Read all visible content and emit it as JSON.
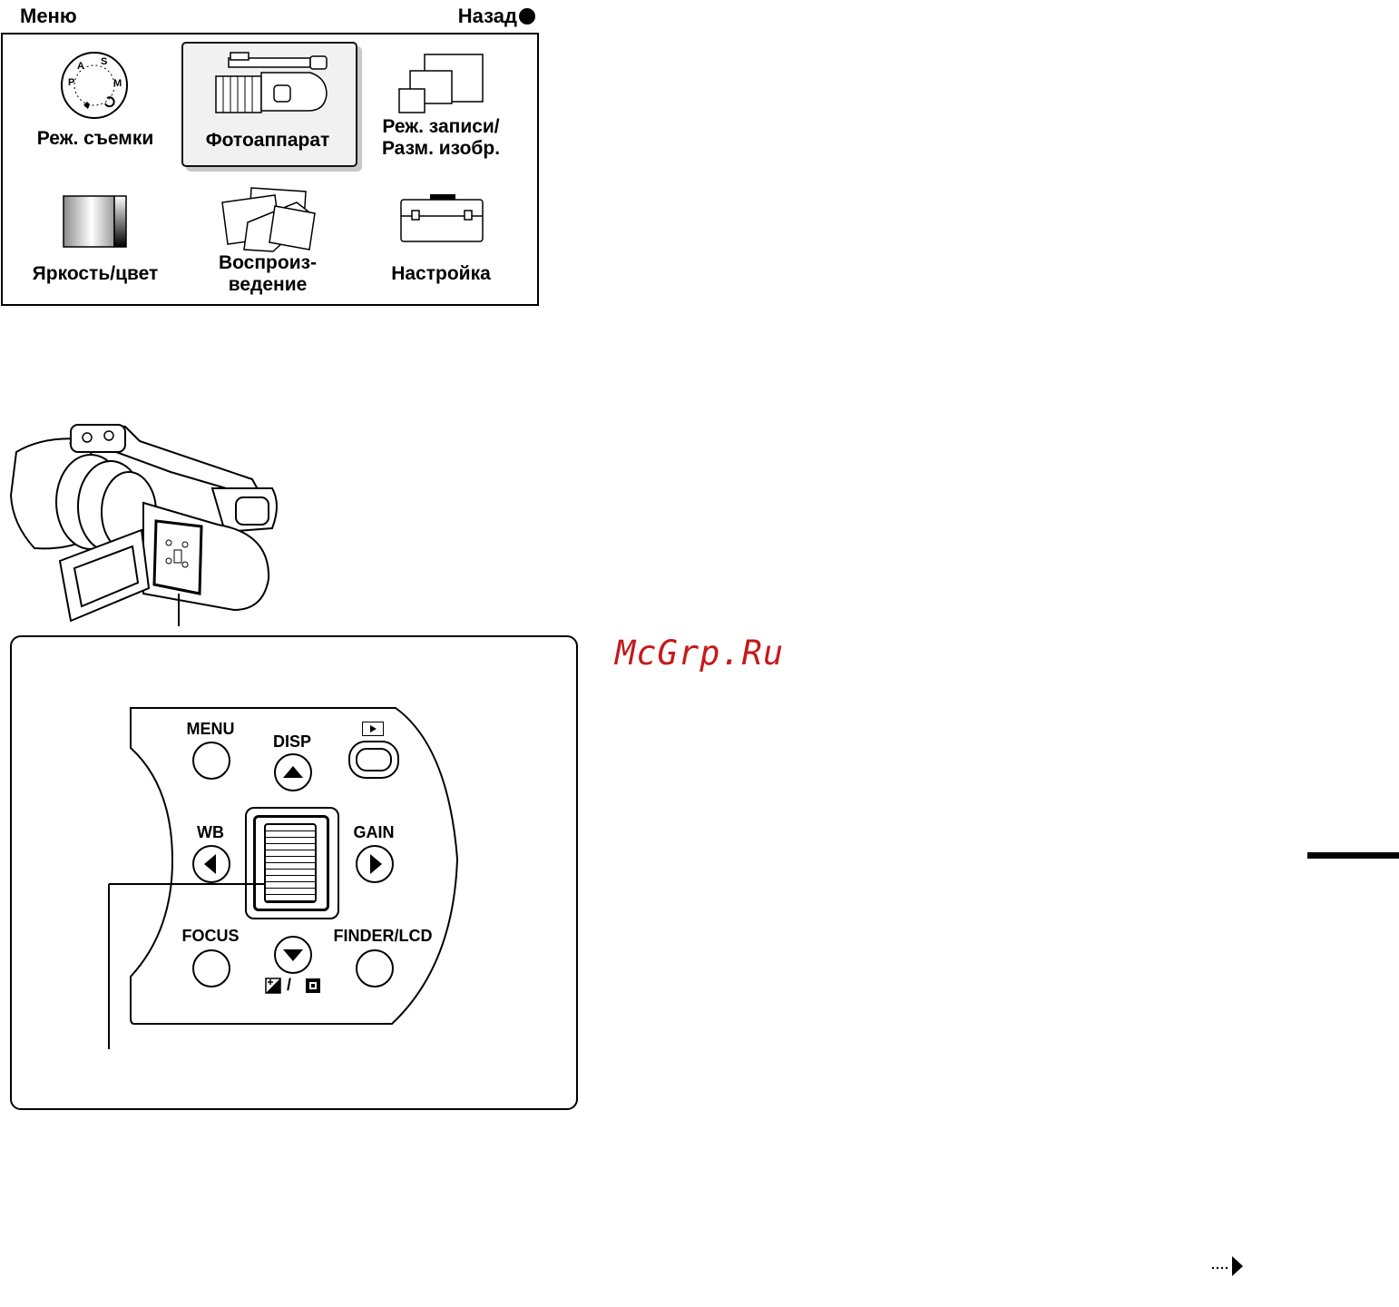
{
  "menu": {
    "title": "Меню",
    "back_label": "Назад",
    "items": [
      {
        "label": "Реж. съемки",
        "icon": "mode-dial-icon",
        "dial_letters": [
          "P",
          "A",
          "S",
          "M"
        ]
      },
      {
        "label": "Фотоаппарат",
        "icon": "camcorder-icon",
        "selected": true
      },
      {
        "label": "Реж. записи/",
        "label2": "Разм. изобр.",
        "icon": "image-size-icon"
      },
      {
        "label": "Яркость/цвет",
        "icon": "gradient-icon"
      },
      {
        "label": "Воспроиз-",
        "label2": "ведение",
        "icon": "photo-stack-icon"
      },
      {
        "label": "Настройка",
        "icon": "toolbox-icon"
      }
    ]
  },
  "controls": {
    "menu": "MENU",
    "disp": "DISP",
    "playback_icon": "play-icon",
    "wb": "WB",
    "gain": "GAIN",
    "focus": "FOCUS",
    "finder_lcd": "FINDER/LCD",
    "exposure_slash": "/"
  },
  "watermark": "McGrp.Ru",
  "colors": {
    "watermark": "#c51a1a",
    "selected_card": "#f1f1f1"
  }
}
